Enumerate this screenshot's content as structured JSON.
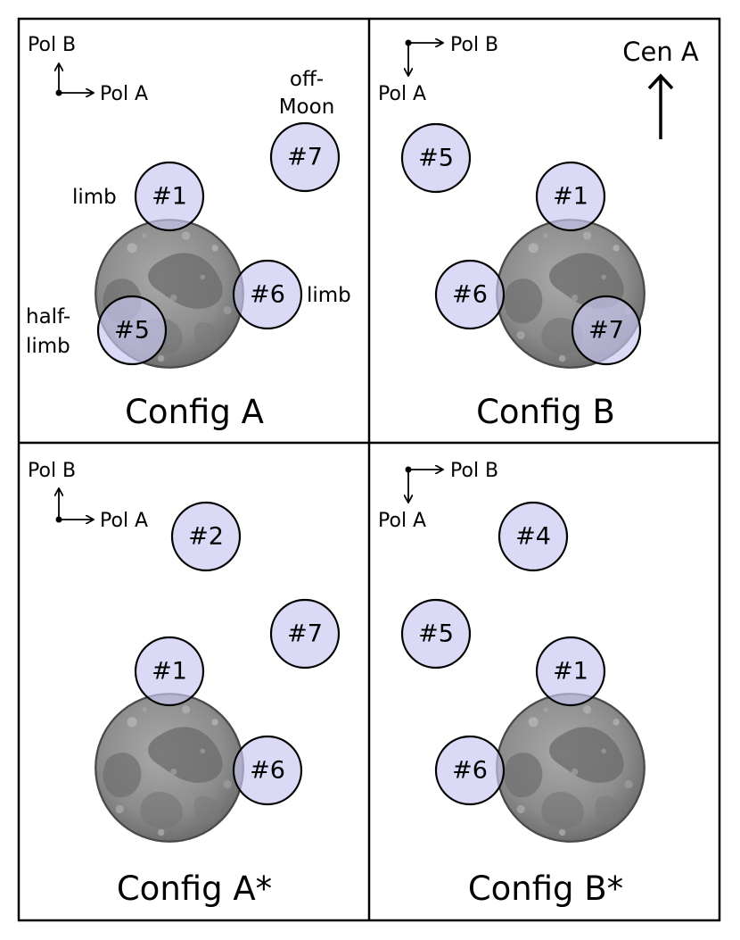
{
  "panels": [
    {
      "title": "Config A",
      "pol_a": "Pol A",
      "pol_b": "Pol B",
      "beams": [
        "#1",
        "#7",
        "#6",
        "#5"
      ],
      "notes": {
        "limb_left": "limb",
        "limb_right": "limb",
        "off_moon_1": "off-",
        "off_moon_2": "Moon",
        "half_limb_1": "half-",
        "half_limb_2": "limb"
      }
    },
    {
      "title": "Config B",
      "pol_a": "Pol A",
      "pol_b": "Pol B",
      "beams": [
        "#5",
        "#1",
        "#6",
        "#7"
      ],
      "source": "Cen A"
    },
    {
      "title": "Config A*",
      "pol_a": "Pol A",
      "pol_b": "Pol B",
      "beams": [
        "#2",
        "#7",
        "#1",
        "#6"
      ]
    },
    {
      "title": "Config B*",
      "pol_a": "Pol A",
      "pol_b": "Pol B",
      "beams": [
        "#4",
        "#5",
        "#1",
        "#6"
      ]
    }
  ],
  "colors": {
    "beam_fill": "#c9c9f3",
    "moon_base": "#8a8a8a",
    "frame": "#000000"
  }
}
